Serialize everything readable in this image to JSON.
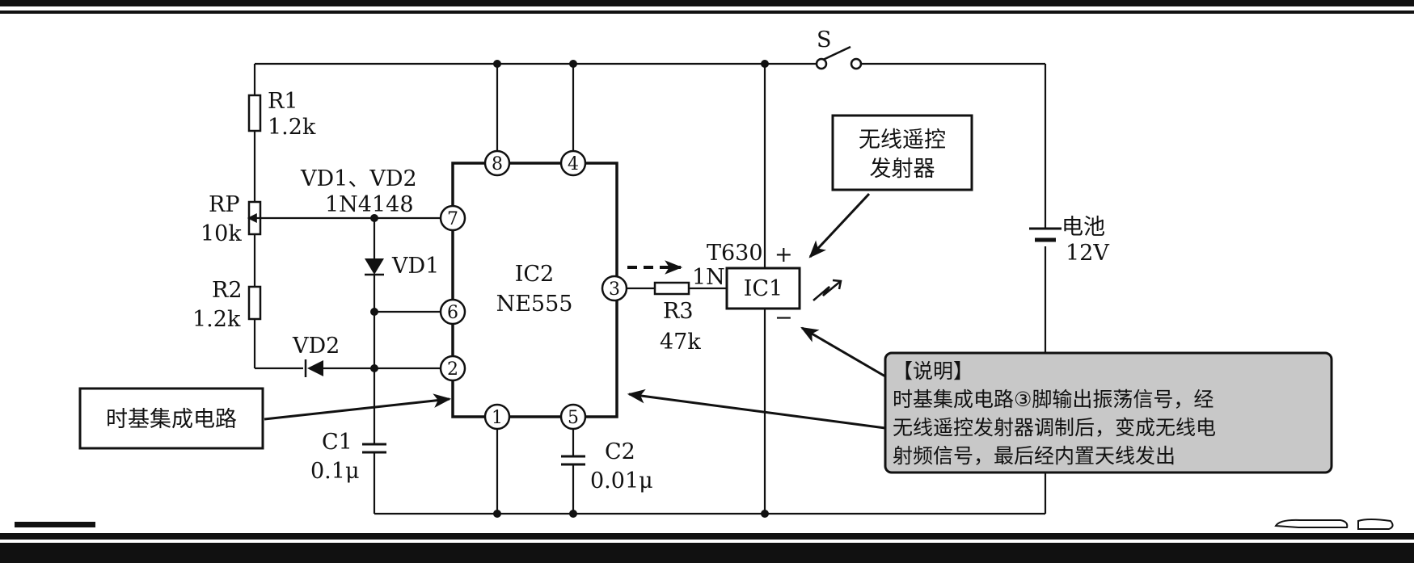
{
  "switch": {
    "label": "S"
  },
  "r1": {
    "name": "R1",
    "value": "1.2k"
  },
  "rp": {
    "name": "RP",
    "value": "10k"
  },
  "r2": {
    "name": "R2",
    "value": "1.2k"
  },
  "diodes": {
    "names": "VD1、VD2",
    "part": "1N4148",
    "vd1": "VD1",
    "vd2": "VD2"
  },
  "ic2": {
    "name": "IC2",
    "part": "NE555",
    "pins": [
      "8",
      "4",
      "7",
      "6",
      "2",
      "1",
      "5",
      "3"
    ]
  },
  "r3": {
    "name": "R3",
    "value": "47k"
  },
  "ic1": {
    "name": "IC1",
    "part": "T630",
    "pin": "1N",
    "plus": "+",
    "minus": "−"
  },
  "transmitter": {
    "lines": [
      "无线遥控",
      "发射器"
    ]
  },
  "battery": {
    "name": "电池",
    "value": "12V"
  },
  "c1": {
    "name": "C1",
    "value": "0.1μ"
  },
  "c2": {
    "name": "C2",
    "value": "0.01μ"
  },
  "timer_label": "时基集成电路",
  "note": {
    "title": "【说明】",
    "lines": [
      "时基集成电路③脚输出振荡信号，经",
      "无线遥控发射器调制后，变成无线电",
      "射频信号，最后经内置天线发出"
    ]
  }
}
